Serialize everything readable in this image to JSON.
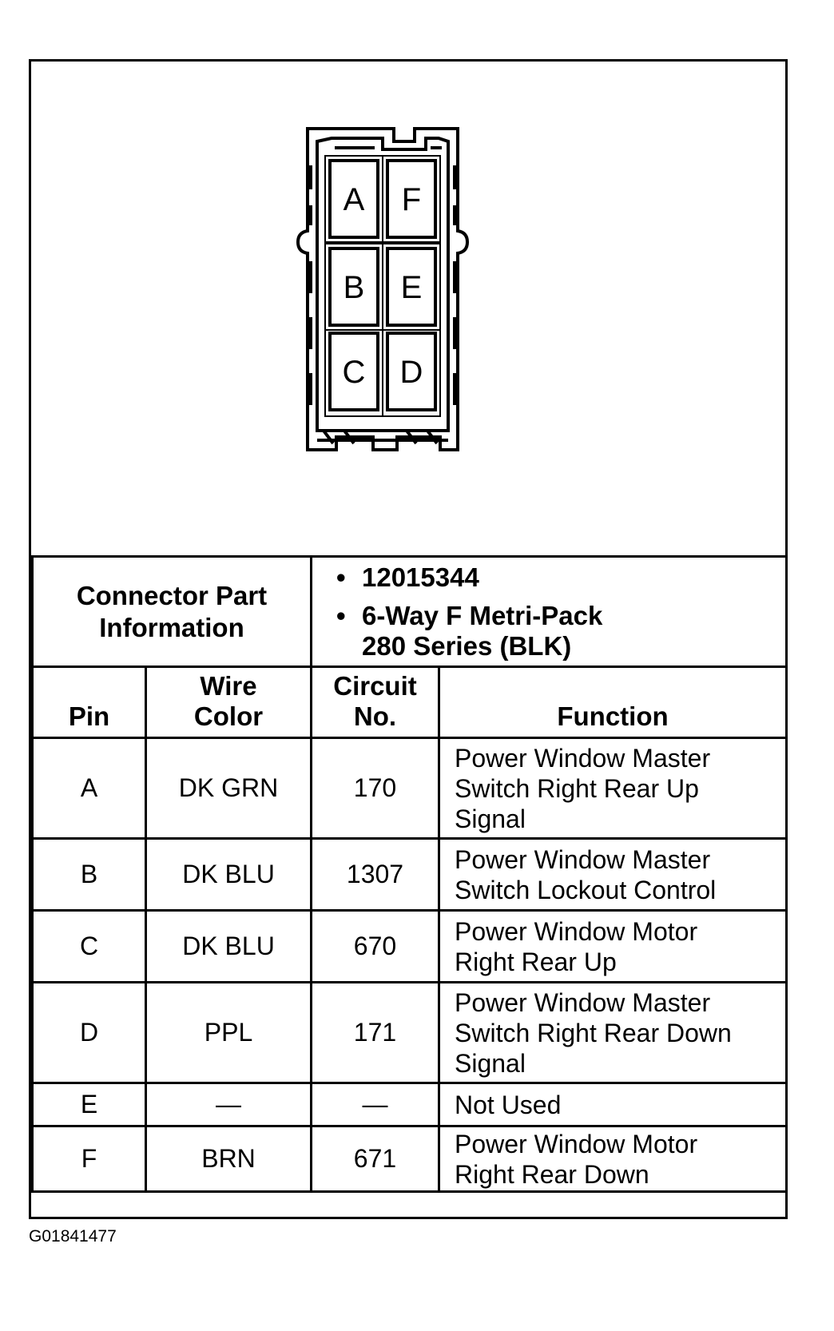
{
  "diagram": {
    "pins": [
      {
        "label": "A"
      },
      {
        "label": "F"
      },
      {
        "label": "B"
      },
      {
        "label": "E"
      },
      {
        "label": "C"
      },
      {
        "label": "D"
      }
    ]
  },
  "connector_info": {
    "label_line1": "Connector Part",
    "label_line2": "Information",
    "part_number": "12015344",
    "description_line1": "6-Way F Metri-Pack",
    "description_line2": "280 Series (BLK)"
  },
  "table": {
    "headers": {
      "pin": "Pin",
      "wire_color_line1": "Wire",
      "wire_color_line2": "Color",
      "circuit_line1": "Circuit",
      "circuit_line2": "No.",
      "function": "Function"
    },
    "rows": [
      {
        "pin": "A",
        "wire_color": "DK GRN",
        "circuit": "170",
        "function_lines": [
          "Power Window Master",
          "Switch Right Rear Up",
          "Signal"
        ]
      },
      {
        "pin": "B",
        "wire_color": "DK BLU",
        "circuit": "1307",
        "function_lines": [
          "Power Window Master",
          "Switch Lockout Control",
          ""
        ]
      },
      {
        "pin": "C",
        "wire_color": "DK BLU",
        "circuit": "670",
        "function_lines": [
          "Power Window Motor",
          "Right Rear Up",
          ""
        ]
      },
      {
        "pin": "D",
        "wire_color": "PPL",
        "circuit": "171",
        "function_lines": [
          "Power Window Master",
          "Switch Right Rear Down",
          "Signal"
        ]
      },
      {
        "pin": "E",
        "wire_color": "—",
        "circuit": "—",
        "function_lines": [
          "Not Used",
          "",
          ""
        ]
      },
      {
        "pin": "F",
        "wire_color": "BRN",
        "circuit": "671",
        "function_lines": [
          "Power Window Motor",
          "Right Rear Down",
          ""
        ]
      }
    ]
  },
  "figure_id": "G01841477"
}
